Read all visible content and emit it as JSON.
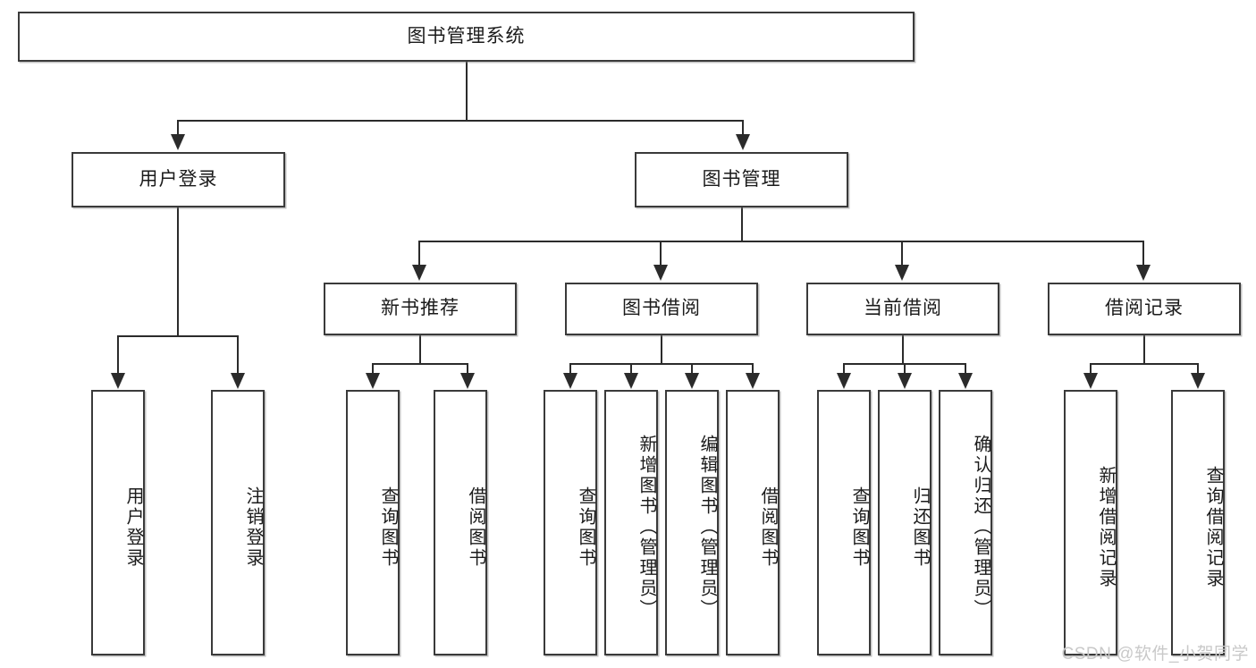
{
  "diagram": {
    "type": "tree",
    "title": "图书管理系统",
    "watermark": "CSDN @软件_小贺同学",
    "root": {
      "label": "图书管理系统"
    },
    "level2": [
      {
        "label": "用户登录"
      },
      {
        "label": "图书管理"
      }
    ],
    "level3": [
      {
        "label": "新书推荐"
      },
      {
        "label": "图书借阅"
      },
      {
        "label": "当前借阅"
      },
      {
        "label": "借阅记录"
      }
    ],
    "leaves": {
      "user_login": [
        {
          "label": "用户登录"
        },
        {
          "label": "注销登录"
        }
      ],
      "new_book_rec": [
        {
          "label": "查询图书"
        },
        {
          "label": "借阅图书"
        }
      ],
      "book_borrow": [
        {
          "label": "查询图书"
        },
        {
          "label": "新增图书（管理员）"
        },
        {
          "label": "编辑图书（管理员）"
        },
        {
          "label": "借阅图书"
        }
      ],
      "current_borrow": [
        {
          "label": "查询图书"
        },
        {
          "label": "归还图书"
        },
        {
          "label": "确认归还（管理员）"
        }
      ],
      "borrow_record": [
        {
          "label": "新增借阅记录"
        },
        {
          "label": "查询借阅记录"
        }
      ]
    },
    "colors": {
      "border": "#3a3a3a",
      "line": "#2b2b2b",
      "text": "#1b1b1b",
      "background": "#ffffff",
      "watermark": "#c9c9c9"
    }
  }
}
